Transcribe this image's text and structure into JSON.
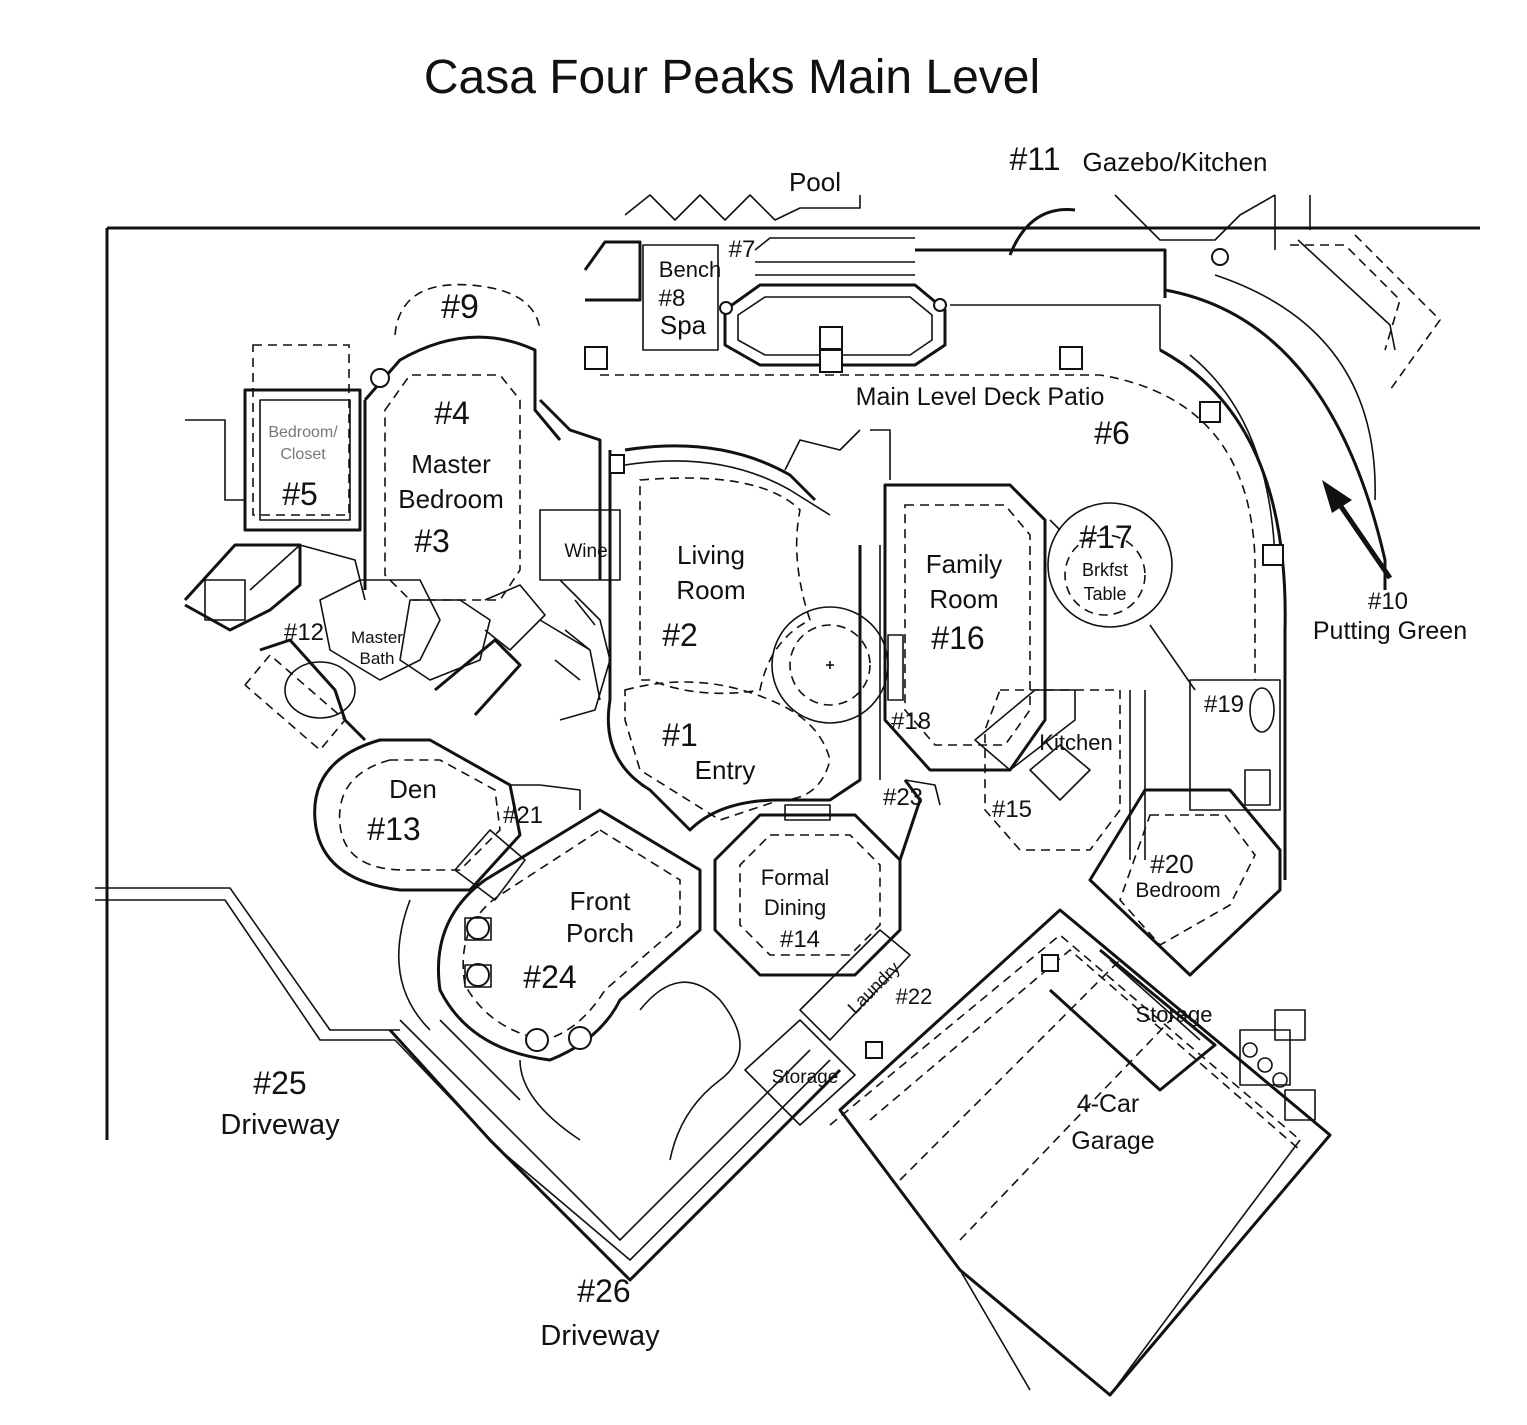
{
  "title": "Casa Four Peaks Main Level",
  "labels": {
    "pool": "Pool",
    "gazebo_num": "#11",
    "gazebo_name": "Gazebo/Kitchen",
    "n7": "#7",
    "bench": "Bench",
    "n8": "#8",
    "spa": "Spa",
    "n9": "#9",
    "n4": "#4",
    "master_bedroom_1": "Master",
    "master_bedroom_2": "Bedroom",
    "n3": "#3",
    "bedroom_closet_1": "Bedroom/",
    "bedroom_closet_2": "Closet",
    "n5": "#5",
    "deck_patio": "Main Level Deck Patio",
    "n6": "#6",
    "n17": "#17",
    "brkfst": "Brkfst",
    "table": "Table",
    "n10": "#10",
    "putting_green": "Putting Green",
    "wine": "Wine",
    "living_1": "Living",
    "living_2": "Room",
    "n2": "#2",
    "family_1": "Family",
    "family_2": "Room",
    "n16": "#16",
    "n12": "#12",
    "master_bath_1": "Master",
    "master_bath_2": "Bath",
    "n18": "#18",
    "n19": "#19",
    "n1": "#1",
    "entry": "Entry",
    "kitchen": "Kitchen",
    "n15": "#15",
    "den": "Den",
    "n13": "#13",
    "n21": "#21",
    "n23": "#23",
    "n20": "#20",
    "bedroom": "Bedroom",
    "front_1": "Front",
    "front_2": "Porch",
    "n24": "#24",
    "formal_1": "Formal",
    "formal_2": "Dining",
    "n14": "#14",
    "laundry": "Laundry",
    "n22": "#22",
    "storage_1": "Storage",
    "storage_2": "Storage",
    "garage_1": "4-Car",
    "garage_2": "Garage",
    "n25": "#25",
    "driveway_1": "Driveway",
    "n26": "#26",
    "driveway_2": "Driveway"
  }
}
